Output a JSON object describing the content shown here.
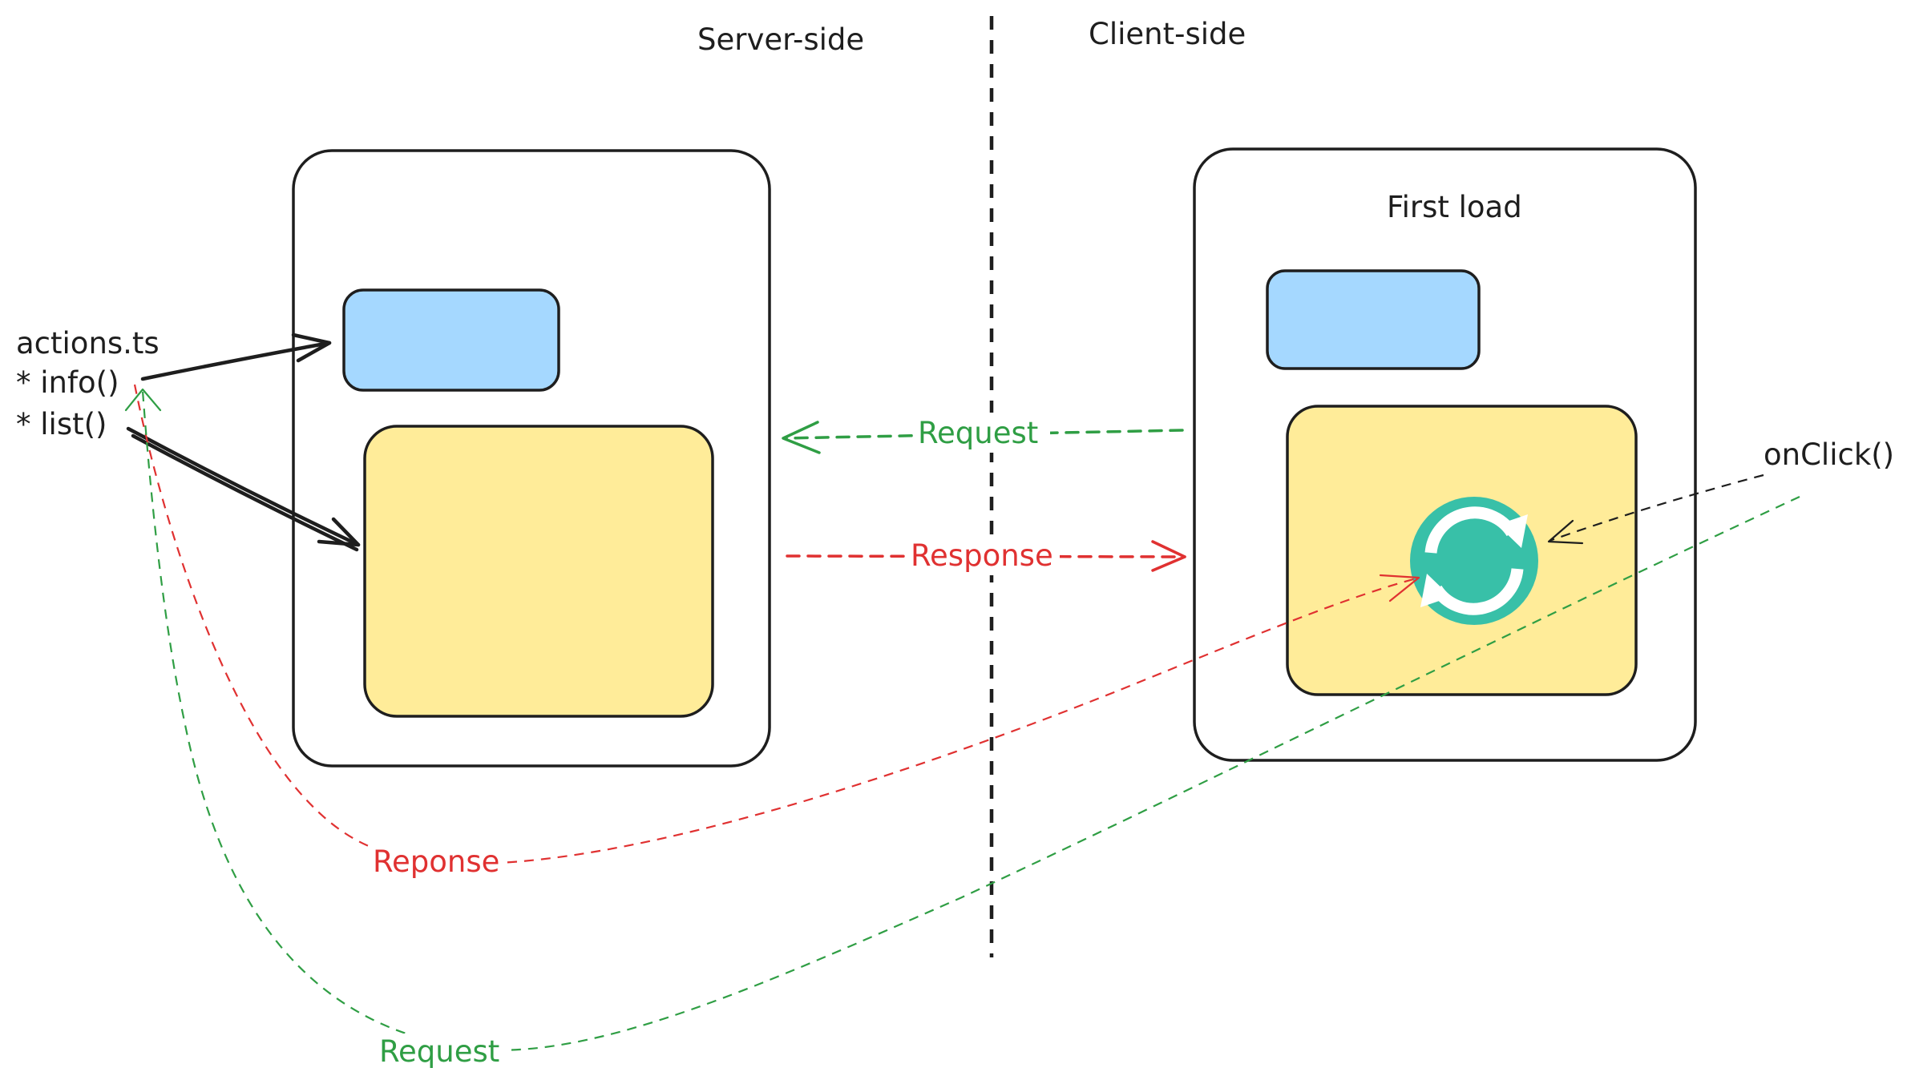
{
  "labels": {
    "server_side": "Server-side",
    "client_side": "Client-side",
    "first_load": "First load",
    "actions_file": "actions.ts",
    "action_info": "* info()",
    "action_list": "* list()",
    "on_click": "onClick()",
    "request_middle": "Request",
    "response_middle": "Response",
    "response_curve": "Reponse",
    "request_curve": "Request"
  },
  "icons": {
    "refresh": "refresh-icon"
  },
  "colors": {
    "blue_fill": "#a5d8ff",
    "yellow_fill": "#ffec99",
    "request_green": "#2f9e44",
    "response_red": "#e03131",
    "refresh_teal": "#38c0a8",
    "ink": "#1e1e1e"
  }
}
